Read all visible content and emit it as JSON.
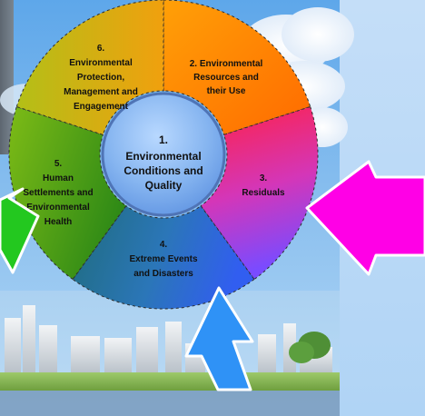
{
  "diagram": {
    "center": {
      "number": "1.",
      "lines": [
        "Environmental",
        "Conditions and",
        "Quality"
      ]
    },
    "segments": [
      {
        "number": "2.",
        "lines": [
          "2. Environmental",
          "Resources and",
          "their Use"
        ]
      },
      {
        "number": "3.",
        "lines": [
          "3.",
          "Residuals"
        ]
      },
      {
        "number": "4.",
        "lines": [
          "4.",
          "Extreme Events",
          "and Disasters"
        ]
      },
      {
        "number": "5.",
        "lines": [
          "5.",
          "Human",
          "Settlements and",
          "Environmental",
          "Health"
        ]
      },
      {
        "number": "6.",
        "lines": [
          "6.",
          "Environmental",
          "Protection,",
          "Management and",
          "Engagement"
        ]
      }
    ],
    "arrows": [
      {
        "color_name": "green",
        "color": "#23c81f"
      },
      {
        "color_name": "magenta",
        "color": "#ff00e6"
      },
      {
        "color_name": "blue",
        "color": "#2f92f6"
      }
    ]
  }
}
